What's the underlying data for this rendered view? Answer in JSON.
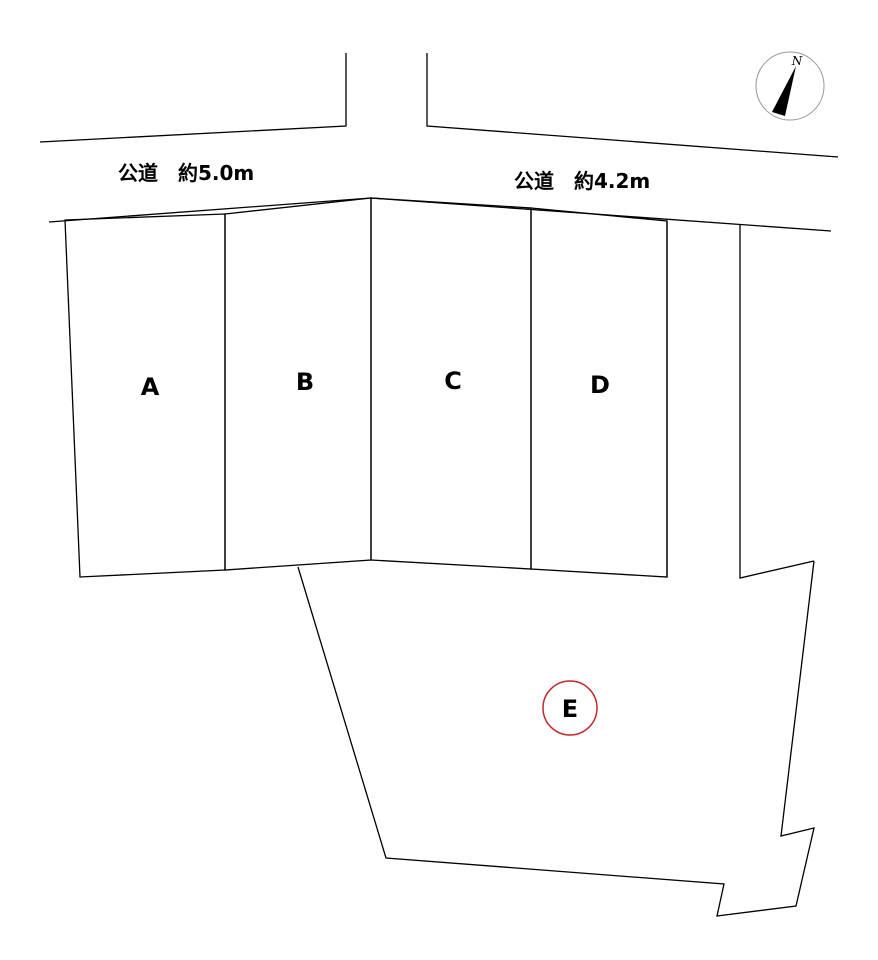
{
  "roads": {
    "west_label": "公道　約5.0m",
    "east_label": "公道　約4.2m"
  },
  "lots": {
    "a": "A",
    "b": "B",
    "c": "C",
    "d": "D",
    "e": "E"
  },
  "compass": {
    "label": "N",
    "icon": "north-arrow-icon"
  },
  "colors": {
    "lines": "#000000",
    "highlight": "#c0282d",
    "background": "#ffffff"
  }
}
